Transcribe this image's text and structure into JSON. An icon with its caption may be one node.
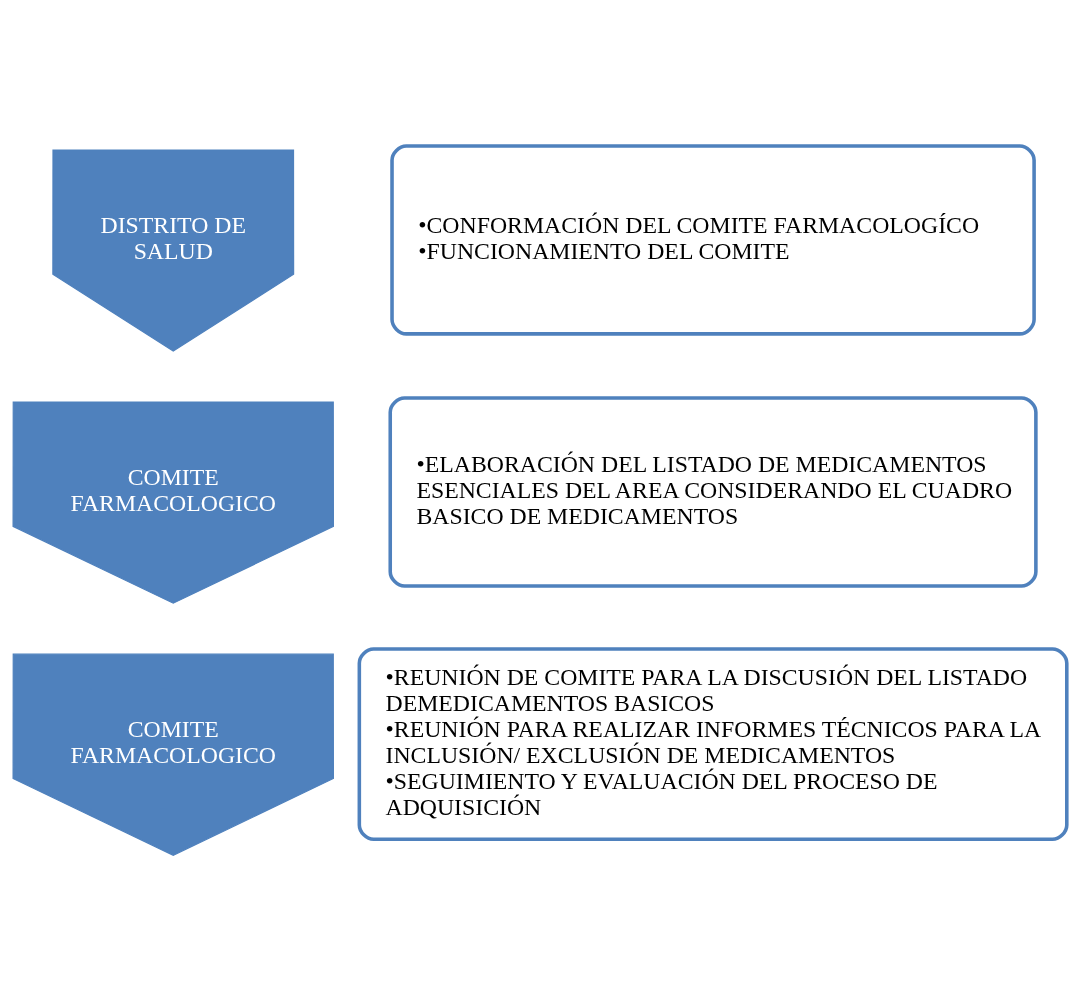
{
  "diagram": {
    "nodes": [
      {
        "text": [
          "DISTRITO DE SALUD"
        ]
      },
      {
        "text": [
          "•CONFORMACIÓN DEL COMITE FARMACOLOGÍCO",
          "•FUNCIONAMIENTO DEL COMITE"
        ]
      },
      {
        "text": [
          "COMITE FARMACOLOGICO"
        ]
      },
      {
        "text": [
          "•ELABORACIÓN DEL LISTADO DE MEDICAMENTOS ESENCIALES DEL AREA CONSIDERANDO EL CUADRO BASICO DE MEDICAMENTOS"
        ]
      },
      {
        "text": [
          "COMITE FARMACOLOGICO"
        ]
      },
      {
        "text": [
          "•REUNIÓN DE COMITE PARA LA DISCUSIÓN DEL LISTADO DEMEDICAMENTOS BASICOS",
          "•REUNIÓN PARA REALIZAR INFORMES TÉCNICOS PARA LA INCLUSIÓN/ EXCLUSIÓN DE MEDICAMENTOS",
          "•SEGUIMIENTO Y EVALUACIÓN DEL PROCESO DE ADQUISICIÓN"
        ]
      }
    ],
    "edges": []
  }
}
